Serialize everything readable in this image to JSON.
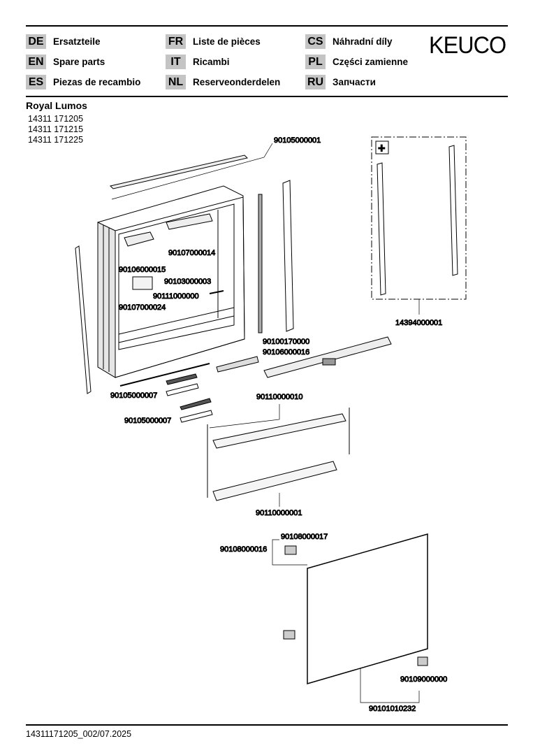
{
  "header": {
    "languages": [
      {
        "code": "DE",
        "label": "Ersatzteile"
      },
      {
        "code": "EN",
        "label": "Spare parts"
      },
      {
        "code": "ES",
        "label": "Piezas de recambio"
      },
      {
        "code": "FR",
        "label": "Liste de pièces"
      },
      {
        "code": "IT",
        "label": "Ricambi"
      },
      {
        "code": "NL",
        "label": "Reserveonderdelen"
      },
      {
        "code": "CS",
        "label": "Náhradní díly"
      },
      {
        "code": "PL",
        "label": "Części zamienne"
      },
      {
        "code": "RU",
        "label": "Запчасти"
      }
    ],
    "brand": "KEUCO"
  },
  "product": {
    "name": "Royal Lumos",
    "article_numbers": [
      "14311 171205",
      "14311 171215",
      "14311 171225"
    ]
  },
  "parts": {
    "p01": "90105000001",
    "p02": "90107000014",
    "p03": "90106000015",
    "p04": "90103000003",
    "p05": "90111000000",
    "p06": "90107000024",
    "p07": "90100170000",
    "p08": "90106000016",
    "p09": "90105000007",
    "p10": "90105000007",
    "p11": "90110000010",
    "p12": "14394000001",
    "p13": "90110000001",
    "p14": "90108000017",
    "p15": "90108000016",
    "p16": "90109000000",
    "p17": "90101010232"
  },
  "optional_box_symbol": "+",
  "footer": "14311171205_002/07.2025"
}
